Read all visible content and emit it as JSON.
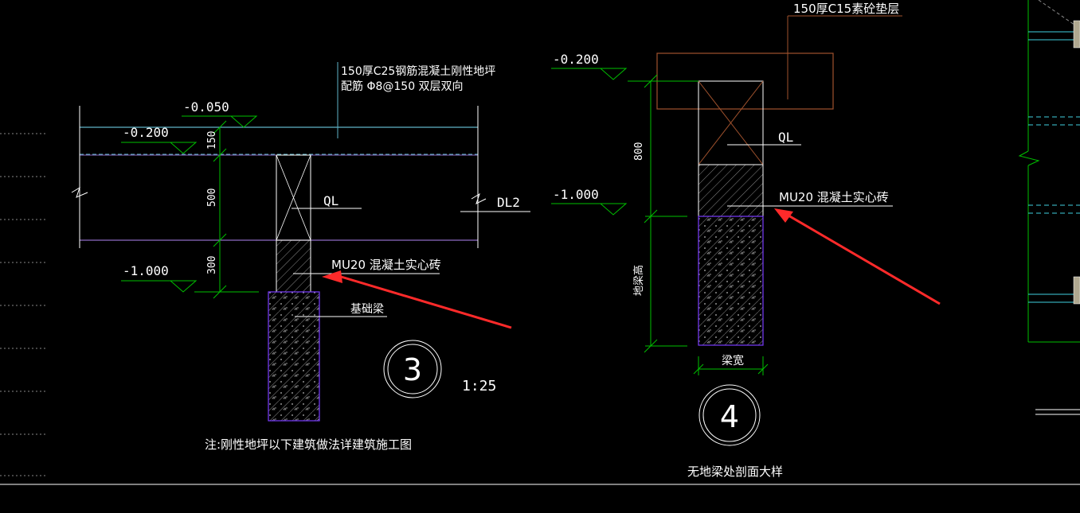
{
  "colors": {
    "background": "#000000",
    "text": "#ffffff",
    "dimension": "#00c000",
    "floor_line": "#5fb4c8",
    "beam_outline": "#8e6bc4",
    "foundation": "#7a3cff",
    "brown": "#a0522d",
    "arrow": "#ff2a2a",
    "hatch": "#8a8a8a",
    "right_green": "#00c000",
    "right_cyan": "#3fd0e0"
  },
  "detail3": {
    "top_note_line1": "150厚C25钢筋混凝土刚性地坪",
    "top_note_line2": "配筋 Φ8@150 双层双向",
    "elev_top": "-0.050",
    "elev_mid": "-0.200",
    "elev_bottom": "-1.000",
    "dim_150": "150",
    "dim_500": "500",
    "dim_300": "300",
    "label_ql": "QL",
    "label_dl2": "DL2",
    "label_brick": "MU20 混凝土实心砖",
    "label_foundation_beam": "基础梁",
    "number": "3",
    "scale": "1:25",
    "note": "注:刚性地坪以下建筑做法详建筑施工图"
  },
  "detail4": {
    "top_note": "150厚C15素砼垫层",
    "elev_top": "-0.200",
    "elev_bottom": "-1.000",
    "dim_800": "800",
    "dim_beam_height": "地梁高",
    "dim_beam_width": "梁宽",
    "label_ql": "QL",
    "label_brick": "MU20 混凝土实心砖",
    "number": "4",
    "caption": "无地梁处剖面大样"
  }
}
